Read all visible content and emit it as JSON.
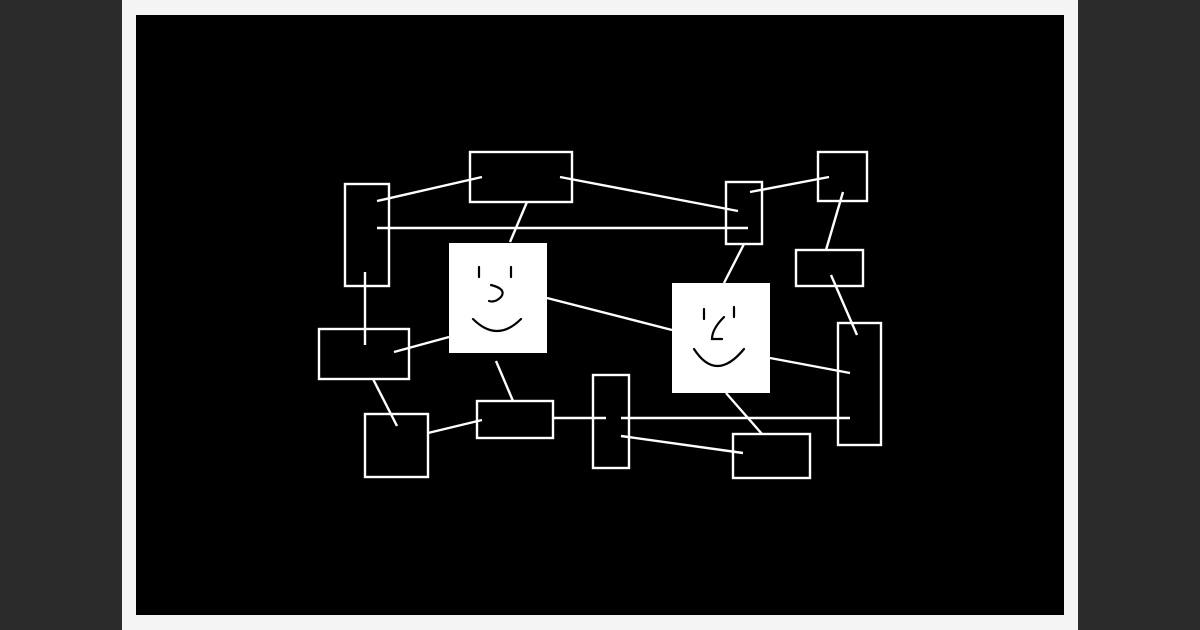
{
  "diagram": {
    "colors": {
      "frame_outer": "#2b2b2b",
      "frame_mat": "#f4f4f4",
      "background": "#000000",
      "stroke": "#ffffff",
      "face_card": "#ffffff",
      "face_features": "#000000"
    },
    "node_ids": [
      "n1",
      "n2",
      "n3",
      "n4",
      "n5",
      "n6",
      "n7",
      "n8",
      "n9",
      "n10",
      "n11",
      "n12",
      "n13"
    ],
    "faces": [
      {
        "id": "face-a",
        "icon": "smiley-face-icon"
      },
      {
        "id": "face-b",
        "icon": "smiley-face-icon"
      }
    ],
    "edges": [
      [
        "n1",
        "n2"
      ],
      [
        "n1",
        "n4"
      ],
      [
        "n1",
        "n3"
      ],
      [
        "n2",
        "n4"
      ],
      [
        "n2",
        "face-a"
      ],
      [
        "n4",
        "n5"
      ],
      [
        "n4",
        "face-b"
      ],
      [
        "n5",
        "n6"
      ],
      [
        "n6",
        "n7"
      ],
      [
        "n3",
        "face-a"
      ],
      [
        "n3",
        "n8"
      ],
      [
        "face-a",
        "n9"
      ],
      [
        "face-a",
        "face-b"
      ],
      [
        "n8",
        "n9"
      ],
      [
        "n9",
        "n10"
      ],
      [
        "n10",
        "n11"
      ],
      [
        "n10",
        "n13"
      ],
      [
        "face-b",
        "n12"
      ],
      [
        "face-b",
        "n13"
      ],
      [
        "n7",
        "n12"
      ]
    ]
  }
}
